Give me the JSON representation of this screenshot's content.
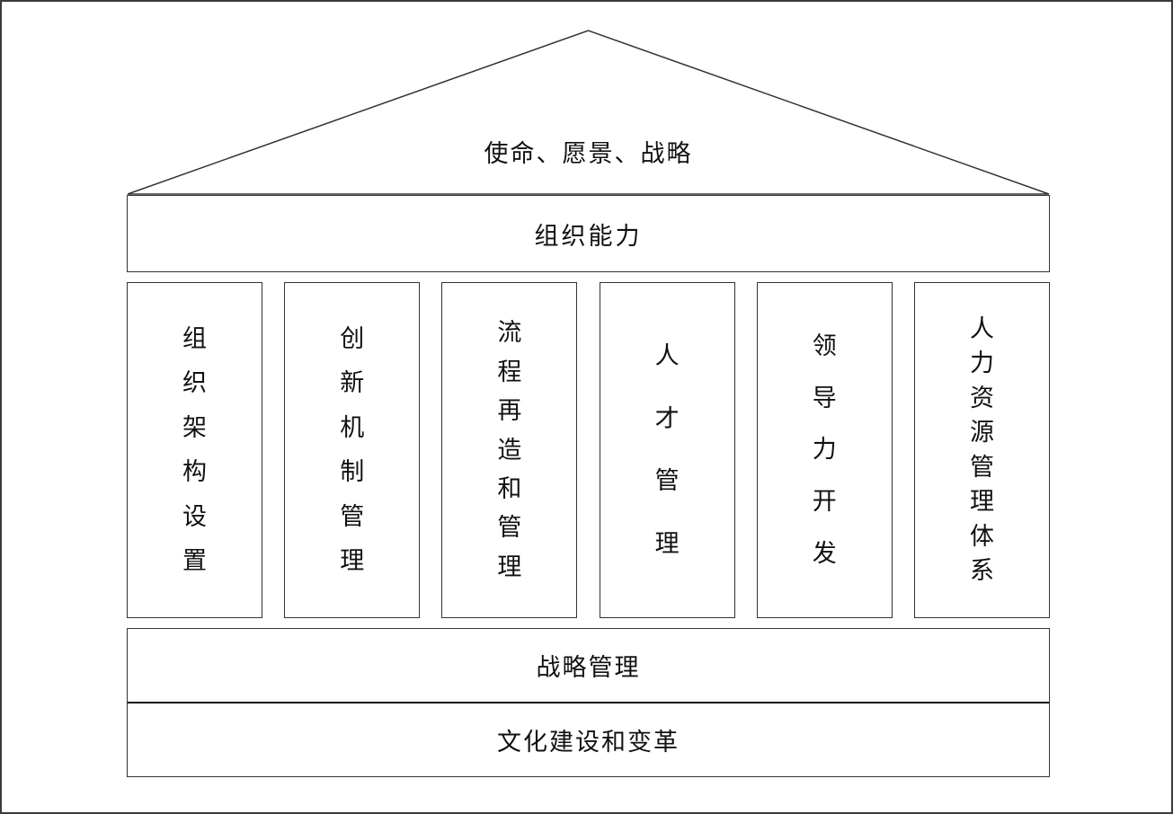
{
  "diagram": {
    "roof_label": "使命、愿景、战略",
    "capability_label": "组织能力",
    "pillars": [
      {
        "label": "组织架构设置"
      },
      {
        "label": "创新机制管理"
      },
      {
        "label": "流程再造和管理"
      },
      {
        "label": "人才管理"
      },
      {
        "label": "领导力开发"
      },
      {
        "label": "人力资源管理体系"
      }
    ],
    "base_rows": [
      {
        "label": "战略管理"
      },
      {
        "label": "文化建设和变革"
      }
    ],
    "colors": {
      "line": "#333333",
      "background": "#ffffff",
      "text": "#111111"
    }
  }
}
